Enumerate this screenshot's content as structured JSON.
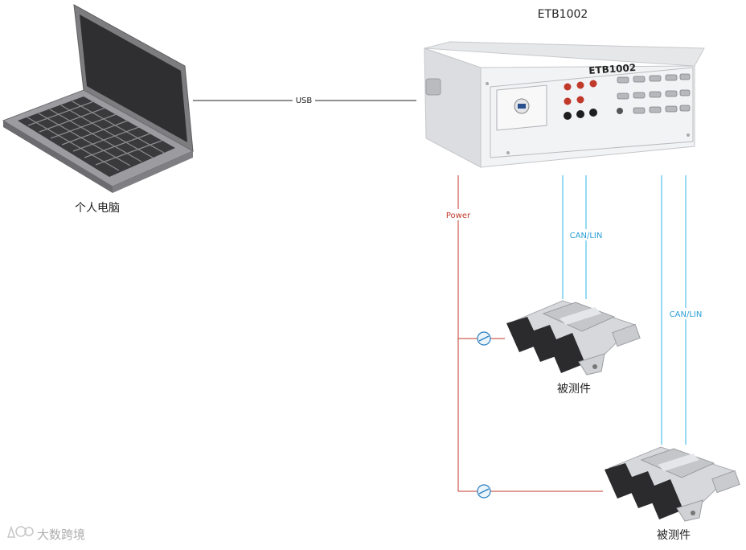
{
  "laptop": {
    "label": "个人电脑",
    "icon": "laptop-icon"
  },
  "device": {
    "title": "ETB1002",
    "panel_text": "ETB1002",
    "icon": "etb1002-box-icon"
  },
  "links": {
    "usb": "USB",
    "power": "Power",
    "canlin_1": "CAN/LIN",
    "canlin_2": "CAN/LIN"
  },
  "dut": [
    {
      "label": "被测件",
      "icon": "ecu-module-icon"
    },
    {
      "label": "被测件",
      "icon": "ecu-module-icon"
    }
  ],
  "watermark": {
    "text": "大数跨境"
  },
  "colors": {
    "usb_line": "#222222",
    "power_line": "#c0392b",
    "can_line": "#4fc1e9",
    "can_label": "#2a9fd6",
    "power_label": "#c0392b"
  }
}
